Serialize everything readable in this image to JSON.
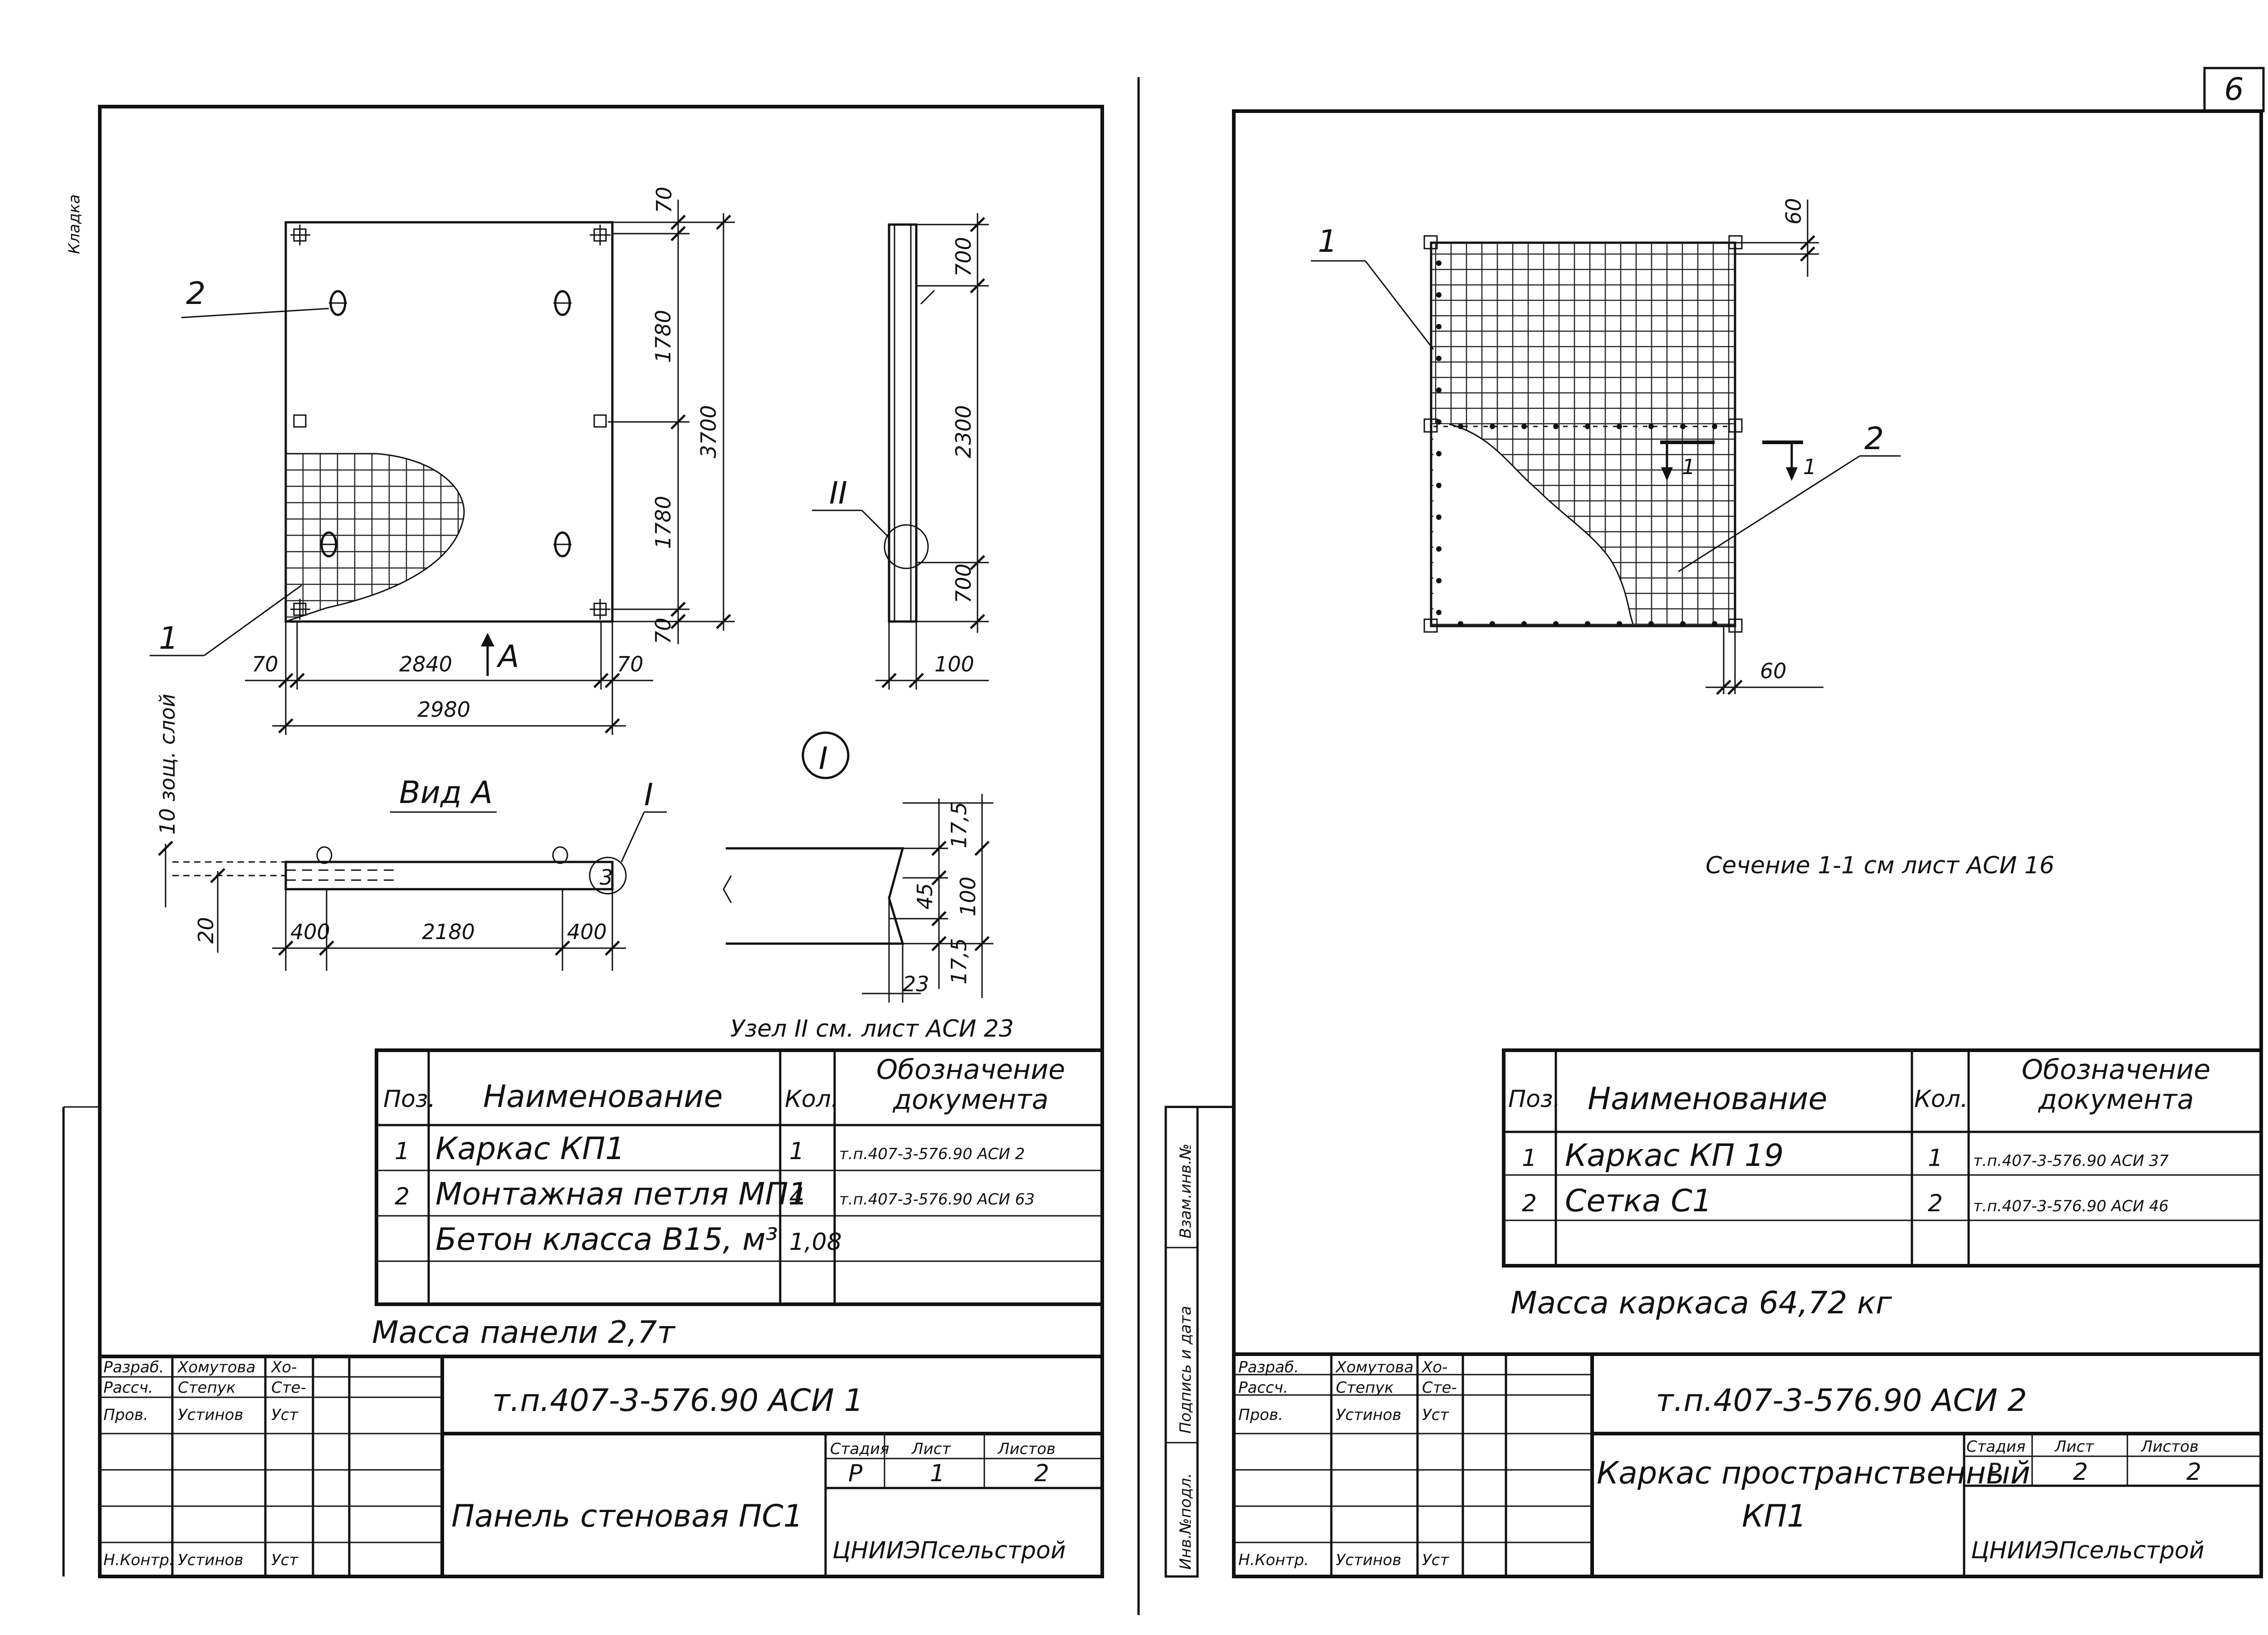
{
  "page_number": "6",
  "left_sheet": {
    "vertical_label": "Кладка",
    "callouts": {
      "one": "1",
      "two": "2",
      "two_roman": "II",
      "one_roman": "I",
      "one_circle": "I",
      "three": "3"
    },
    "dims": {
      "d70_top": "70",
      "d1780_a": "1780",
      "d3700": "3700",
      "d1780_b": "1780",
      "d70_bottom": "70",
      "d70_left": "70",
      "d2840": "2840",
      "d70_right": "70",
      "d2980": "2980",
      "d700_a": "700",
      "d2300": "2300",
      "d700_b": "700",
      "d100": "100",
      "d10_layer": "10 зощ. слой",
      "d20": "20",
      "d400_a": "400",
      "d2180": "2180",
      "d400_b": "400",
      "d17_5_a": "17,5",
      "d45": "45",
      "d100_b": "100",
      "d17_5_b": "17,5",
      "d23": "23"
    },
    "arrow_label": "A",
    "view_label": "Вид A",
    "node_note": "Узел II см. лист АСИ 23",
    "table": {
      "headers": {
        "pos": "Поз.",
        "name": "Наименование",
        "qty": "Кол.",
        "doc": "Обозначение документа"
      },
      "rows": [
        {
          "pos": "1",
          "name": "Каркас КП1",
          "qty": "1",
          "doc": "т.п.407-3-576.90 АСИ 2"
        },
        {
          "pos": "2",
          "name": "Монтажная петля МП1",
          "qty": "4",
          "doc": "т.п.407-3-576.90 АСИ 63"
        },
        {
          "pos": "",
          "name": "Бетон класса В15, м³",
          "qty": "1,08",
          "doc": ""
        },
        {
          "pos": "",
          "name": "",
          "qty": "",
          "doc": ""
        }
      ]
    },
    "mass_note": "Масса панели 2,7т",
    "title_block": {
      "roles": [
        "Разраб.",
        "Рассч.",
        "Пров.",
        "",
        "",
        "Н.Контр."
      ],
      "names": [
        "Хомутова",
        "Степук",
        "Устинов",
        "",
        "",
        "Устинов"
      ],
      "signs": [
        "Хо-",
        "Сте-",
        "Уст",
        "",
        "",
        "Уст"
      ],
      "code": "т.п.407-3-576.90 АСИ 1",
      "stage_h": "Стадия",
      "sheet_h": "Лист",
      "sheets_h": "Листов",
      "stage": "Р",
      "sheet": "1",
      "sheets": "2",
      "title": "Панель стеновая ПС1",
      "org": "ЦНИИЭПсельстрой"
    }
  },
  "right_sheet": {
    "callouts": {
      "one": "1",
      "two": "2",
      "cut_a": "1",
      "cut_b": "1"
    },
    "dims": {
      "d60_top": "60",
      "d60_bottom": "60"
    },
    "section_note": "Сечение 1-1 см лист АСИ 16",
    "side_labels": [
      "Инв.№подл.",
      "Подпись и дата",
      "Взам.инв.№"
    ],
    "table": {
      "headers": {
        "pos": "Поз.",
        "name": "Наименование",
        "qty": "Кол.",
        "doc": "Обозначение документа"
      },
      "rows": [
        {
          "pos": "1",
          "name": "Каркас КП 19",
          "qty": "1",
          "doc": "т.п.407-3-576.90 АСИ 37"
        },
        {
          "pos": "2",
          "name": "Сетка С1",
          "qty": "2",
          "doc": "т.п.407-3-576.90 АСИ 46"
        },
        {
          "pos": "",
          "name": "",
          "qty": "",
          "doc": ""
        }
      ]
    },
    "mass_note": "Масса каркаса 64,72 кг",
    "title_block": {
      "roles": [
        "Разраб.",
        "Рассч.",
        "Пров.",
        "",
        "",
        "Н.Контр."
      ],
      "names": [
        "Хомутова",
        "Степук",
        "Устинов",
        "",
        "",
        "Устинов"
      ],
      "signs": [
        "Хо-",
        "Сте-",
        "Уст",
        "",
        "",
        "Уст"
      ],
      "code": "т.п.407-3-576.90 АСИ 2",
      "stage_h": "Стадия",
      "sheet_h": "Лист",
      "sheets_h": "Листов",
      "stage": "Р",
      "sheet": "2",
      "sheets": "2",
      "title_a": "Каркас пространственный",
      "title_b": "КП1",
      "org": "ЦНИИЭПсельстрой"
    }
  }
}
